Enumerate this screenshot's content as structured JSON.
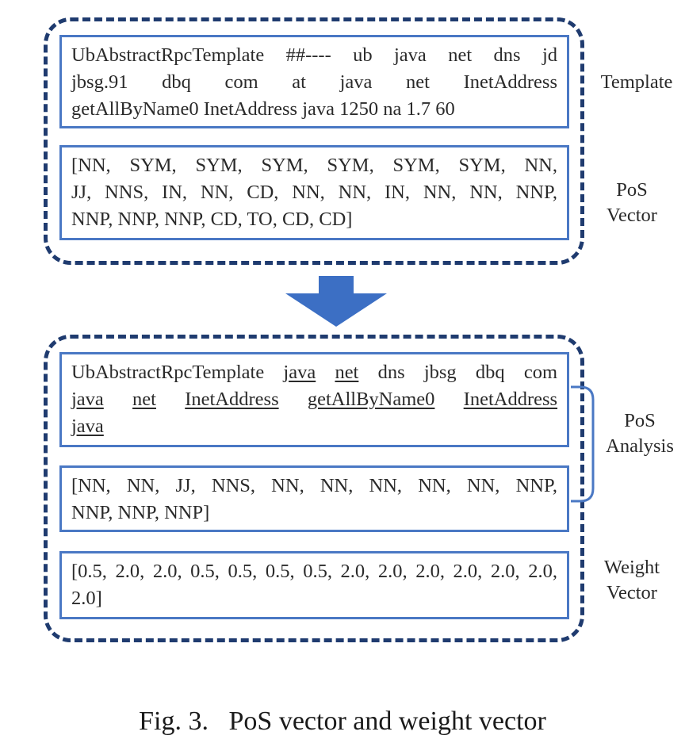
{
  "top_group": {
    "template_lines": [
      "UbAbstractRpcTemplate ##---- ub java net dns jd",
      "jbsg.91 dbq com at java net InetAddress",
      "getAllByName0 InetAddress java 1250 na 1.7 60"
    ],
    "template_label": "Template",
    "pos_vector_lines": [
      "[NN, SYM, SYM, SYM, SYM, SYM, SYM, NN,",
      "JJ, NNS, IN, NN, CD, NN, NN, IN, NN, NN, NNP,",
      "NNP, NNP, NNP, CD, TO, CD, CD]"
    ],
    "pos_vector_label_1": "PoS",
    "pos_vector_label_2": "Vector"
  },
  "bottom_group": {
    "analysis_text": {
      "l1_a": "UbAbstractRpcTemplate",
      "l1_b": "java",
      "l1_c": "net",
      "l1_d": "dns jbsg dbq com",
      "l2_a": "java",
      "l2_b": "net",
      "l2_c": "InetAddress",
      "l2_d": "getAllByName0",
      "l2_e": "InetAddress",
      "l3_a": "java"
    },
    "analysis_tags_lines": [
      "[NN, NN, JJ, NNS, NN, NN, NN, NN, NN, NNP,",
      "NNP, NNP, NNP]"
    ],
    "pos_analysis_label_1": "PoS",
    "pos_analysis_label_2": "Analysis",
    "weight_lines": [
      "[0.5, 2.0, 2.0, 0.5, 0.5, 0.5, 0.5, 2.0, 2.0, 2.0, 2.0, 2.0, 2.0,",
      "2.0]"
    ],
    "weight_label_1": "Weight",
    "weight_label_2": "Vector"
  },
  "caption": "Fig. 3.   PoS vector and weight vector",
  "colors": {
    "dashed_border": "#1f3b6f",
    "box_border": "#4a78c4",
    "arrow": "#3c6fc4"
  },
  "icons": {
    "arrow": "down-arrow-icon"
  }
}
